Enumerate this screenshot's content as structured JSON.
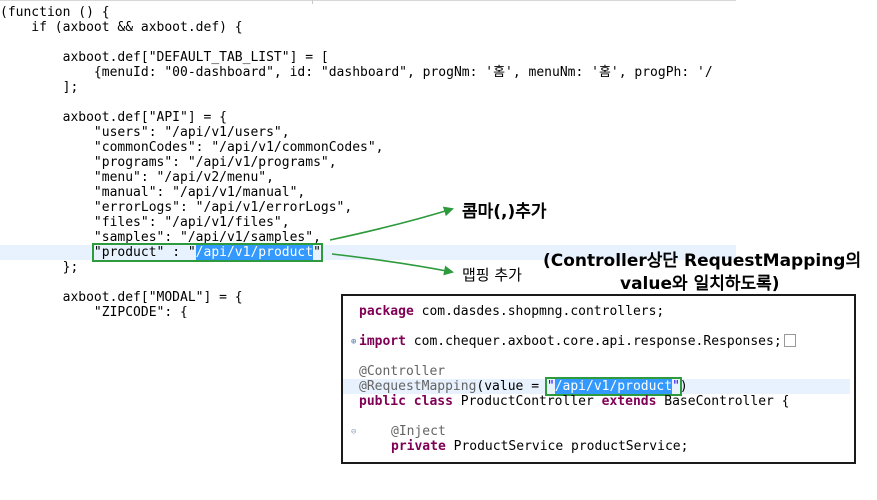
{
  "editor": {
    "lines": [
      "(function () {",
      "    if (axboot && axboot.def) {",
      "",
      "        axboot.def[\"DEFAULT_TAB_LIST\"] = [",
      "            {menuId: \"00-dashboard\", id: \"dashboard\", progNm: '홈', menuNm: '홈', progPh: '/",
      "        ];",
      "",
      "        axboot.def[\"API\"] = {",
      "            \"users\": \"/api/v1/users\",",
      "            \"commonCodes\": \"/api/v1/commonCodes\",",
      "            \"programs\": \"/api/v1/programs\",",
      "            \"menu\": \"/api/v2/menu\",",
      "            \"manual\": \"/api/v1/manual\",",
      "            \"errorLogs\": \"/api/v1/errorLogs\",",
      "            \"files\": \"/api/v1/files\",",
      "            \"samples\": \"/api/v1/samples\","
    ],
    "product_line": {
      "indent": "            ",
      "key": "\"product\" : \"",
      "value": "/api/v1/product",
      "end": "\""
    },
    "after_lines": [
      "        };",
      "",
      "        axboot.def[\"MODAL\"] = {",
      "            \"ZIPCODE\": {"
    ]
  },
  "annotations": {
    "comma": "콤마(,)추가",
    "mapping": "맵핑 추가",
    "note_line1": "(Controller상단 RequestMapping의",
    "note_line2": "value와 일치하도록)"
  },
  "inset": {
    "package_kw": "package",
    "package_rest": " com.dasdes.shopmng.controllers;",
    "import_kw": "import",
    "import_rest": " com.chequer.axboot.core.api.response.Responses;",
    "controller_ann": "@Controller",
    "reqmap_ann": "@RequestMapping",
    "reqmap_mid": "(value = ",
    "reqmap_q1": "\"",
    "reqmap_value": "/api/v1/product",
    "reqmap_q2": "\"",
    "reqmap_end": ")",
    "class_kw1": "public",
    "class_kw2": "class",
    "class_name": " ProductController ",
    "extends_kw": "extends",
    "base_class": " BaseController {",
    "inject_ann": "@Inject",
    "private_kw": "private",
    "field_rest": " ProductService productService;"
  },
  "colors": {
    "keyword": "#7f0055",
    "string": "#2a00ff",
    "highlight_box": "#2c9a3d",
    "selection": "#3399ff"
  }
}
